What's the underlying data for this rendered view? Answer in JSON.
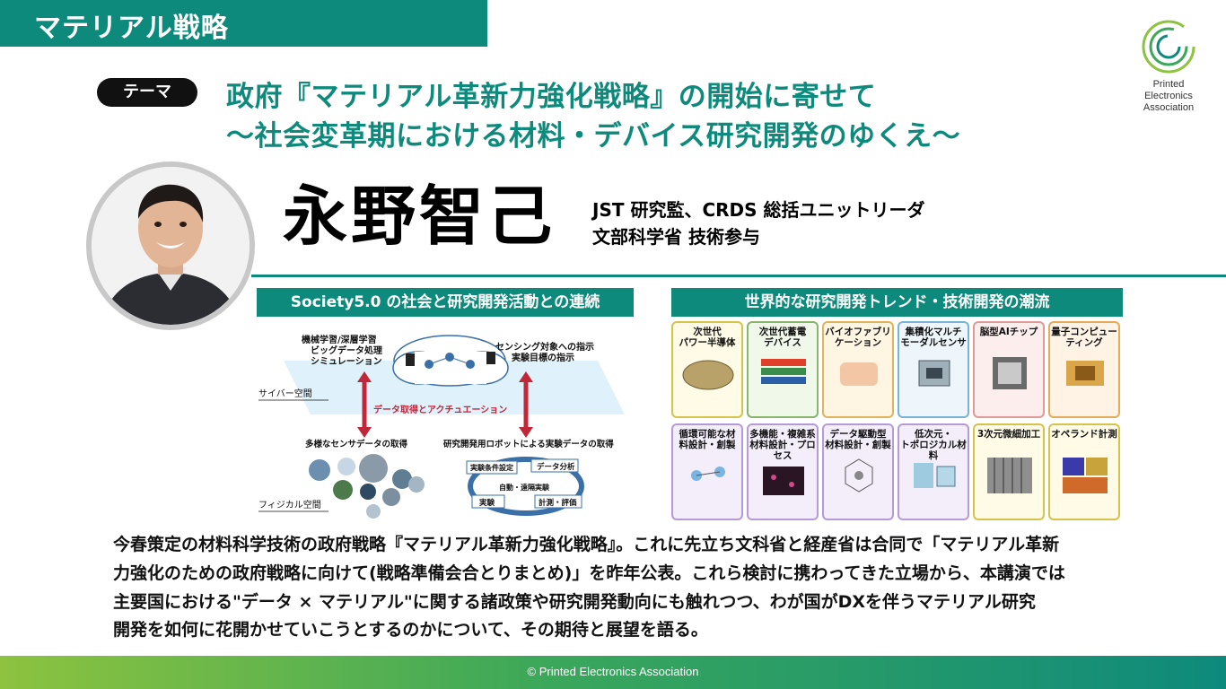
{
  "category": "マテリアル戦略",
  "logo": {
    "line1": "Printed",
    "line2": "Electronics",
    "line3": "Association",
    "colors": {
      "outer": "#8dc33f",
      "inner": "#0e8a7c"
    }
  },
  "theme": {
    "badge": "テーマ",
    "line1": "政府『マテリアル革新力強化戦略』の開始に寄せて",
    "line2": "〜社会変革期における材料・デバイス研究開発のゆくえ〜"
  },
  "speaker": {
    "name": "永野智己",
    "title1": "JST 研究監、CRDS 総括ユニットリーダ",
    "title2": "文部科学省 技術参与"
  },
  "society": {
    "header": "Society5.0 の社会と研究開発活動との連続",
    "ml_label1": "機械学習/深層学習",
    "ml_label2": "ビッグデータ処理",
    "ml_label3": "シミュレーション",
    "sensing_label1": "センシング対象への指示",
    "sensing_label2": "実験目標の指示",
    "cyber_space": "サイバー空間",
    "data_acq": "データ取得とアクチュエーション",
    "sensor_data": "多様なセンサデータの取得",
    "robot_data": "研究開発用ロボットによる実験データの取得",
    "physical_space": "フィジカル空間",
    "cycle": [
      "実験条件設定",
      "データ分析",
      "自動・遠隔実験",
      "実験",
      "計測・評価"
    ]
  },
  "trends": {
    "header": "世界的な研究開発トレンド・技術開発の潮流",
    "tiles": [
      {
        "line1": "次世代",
        "line2": "パワー半導体"
      },
      {
        "line1": "次世代蓄電",
        "line2": "デバイス"
      },
      {
        "line1": "バイオファブリ",
        "line2": "ケーション"
      },
      {
        "line1": "集積化マルチ",
        "line2": "モーダルセンサ"
      },
      {
        "line1": "脳型AIチップ",
        "line2": ""
      },
      {
        "line1": "量子コンピュー",
        "line2": "ティング"
      },
      {
        "line1": "循環可能な材",
        "line2": "料設計・創製"
      },
      {
        "line1": "多機能・複雑系",
        "line2": "材料設計・プロセス"
      },
      {
        "line1": "データ駆動型",
        "line2": "材料設計・創製"
      },
      {
        "line1": "低次元・",
        "line2": "トポロジカル材料"
      },
      {
        "line1": "3次元微細加工",
        "line2": ""
      },
      {
        "line1": "オペランド計測",
        "line2": ""
      }
    ]
  },
  "abstract": {
    "line1": "今春策定の材料科学技術の政府戦略『マテリアル革新力強化戦略』。これに先立ち文科省と経産省は合同で「マテリアル革新",
    "line2": "力強化のための政府戦略に向けて(戦略準備会合とりまとめ)」を昨年公表。これら検討に携わってきた立場から、本講演では",
    "line3": "主要国における\"データ × マテリアル\"に関する諸政策や研究開発動向にも触れつつ、わが国がDXを伴うマテリアル研究",
    "line4": "開発を如何に花開かせていこうとするのかについて、その期待と展望を語る。"
  },
  "footer": "© Printed Electronics Association",
  "colors": {
    "accent": "#0e8a7c",
    "footer_start": "#8dc33f",
    "arrow": "#c0283a"
  }
}
